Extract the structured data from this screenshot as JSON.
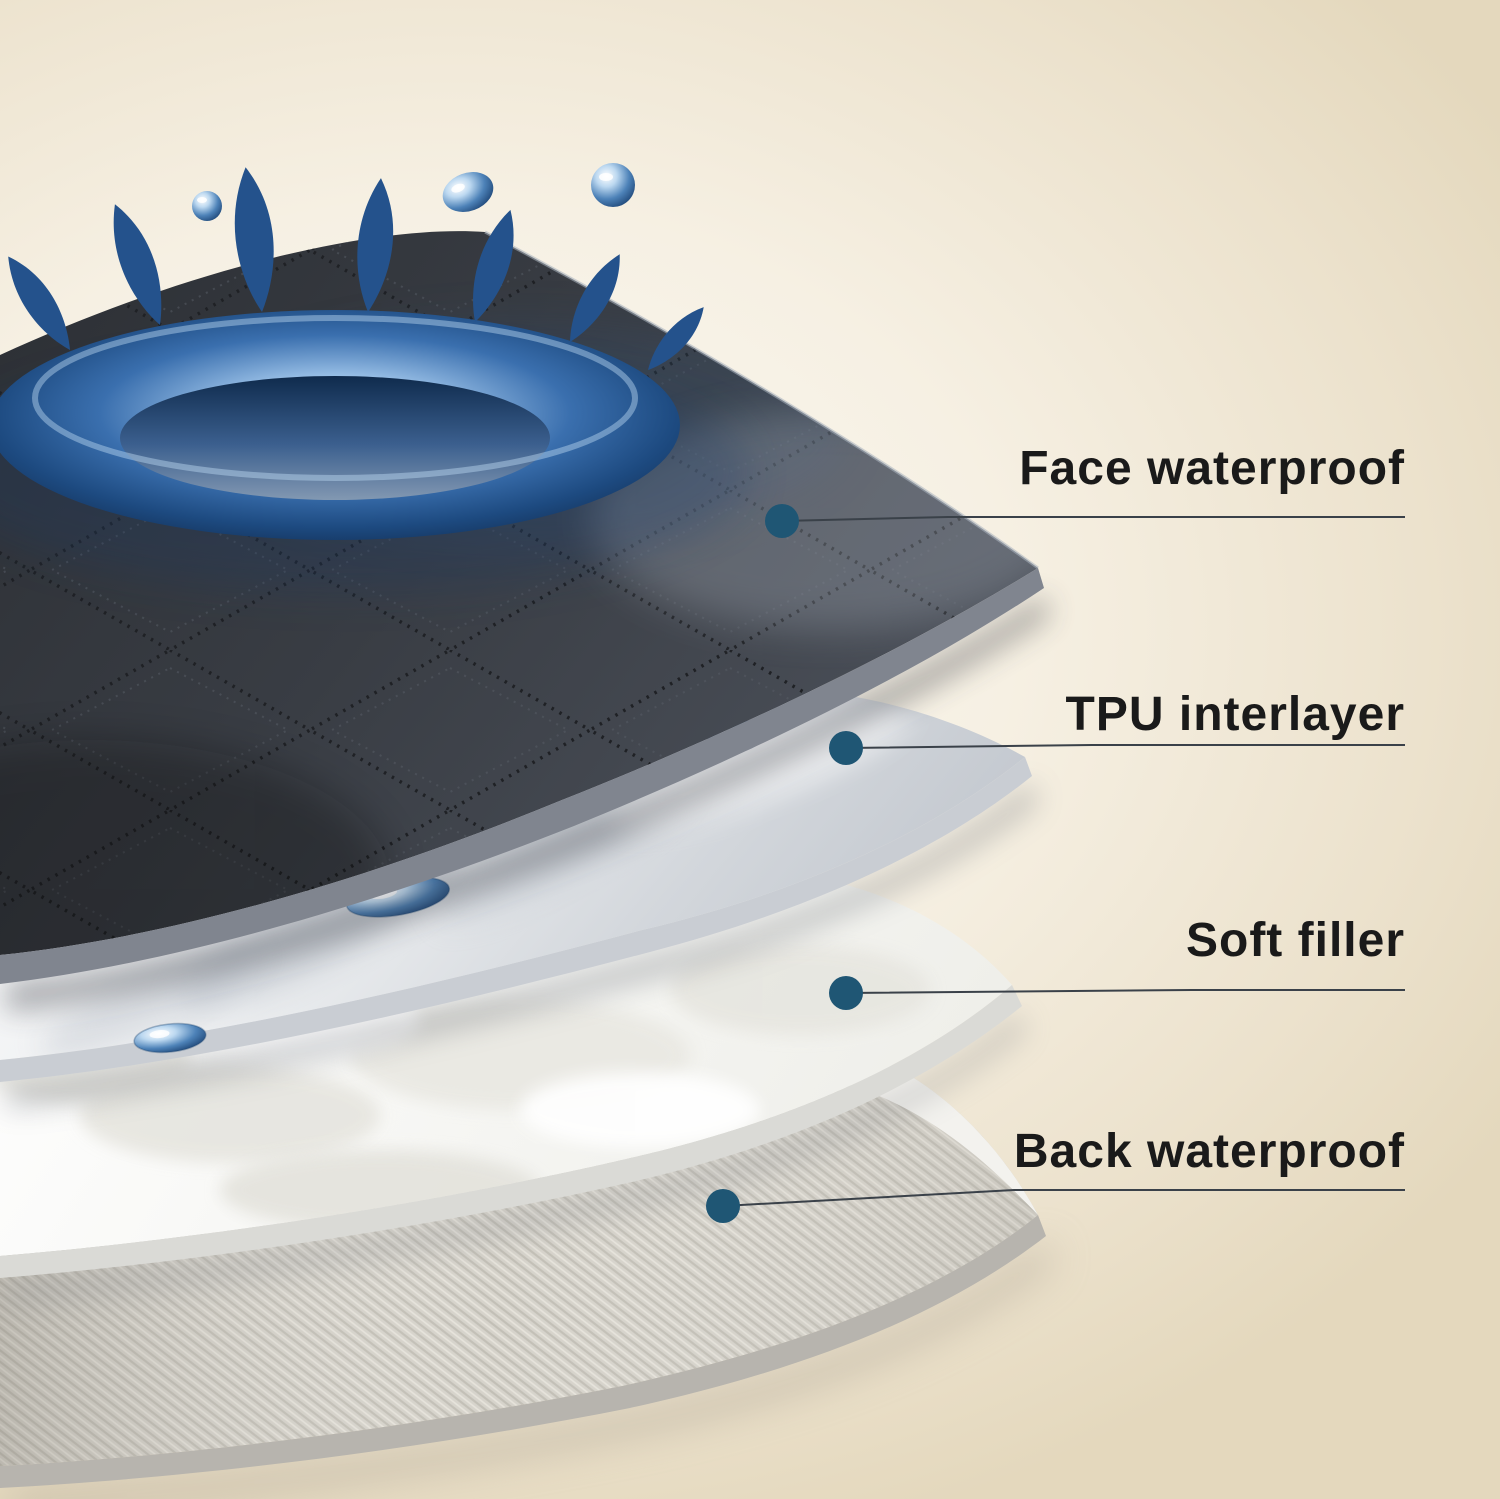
{
  "callouts": [
    {
      "id": "face-waterproof",
      "label": "Face waterproof"
    },
    {
      "id": "tpu-interlayer",
      "label": "TPU interlayer"
    },
    {
      "id": "soft-filler",
      "label": "Soft filler"
    },
    {
      "id": "back-waterproof",
      "label": "Back waterproof"
    }
  ],
  "accent": {
    "dot_color": "#1f5674",
    "line_color": "#3a4149",
    "label_color": "#1a1a1a"
  },
  "layers": [
    {
      "label": "Face waterproof",
      "base_color": "#383b41"
    },
    {
      "label": "TPU interlayer",
      "base_color": "#eef0f2"
    },
    {
      "label": "Soft filler",
      "base_color": "#f6f6f3"
    },
    {
      "label": "Back waterproof",
      "base_color": "#d6d3cc"
    }
  ],
  "background": {
    "color_center": "#fcfaf4",
    "color_edge": "#e4d8bd"
  }
}
